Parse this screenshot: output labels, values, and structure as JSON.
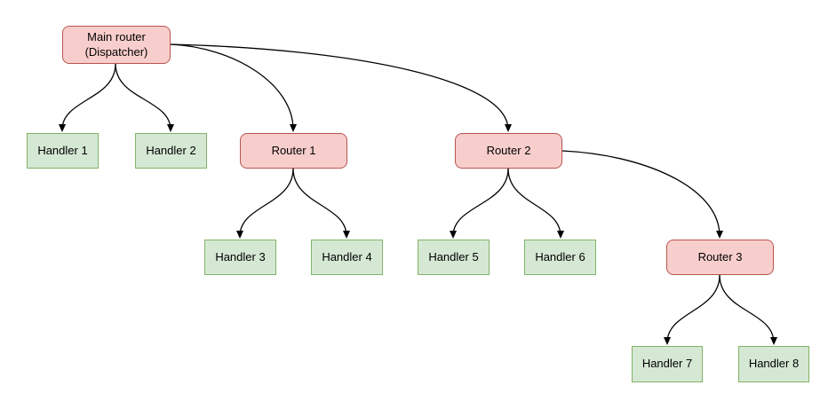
{
  "colors": {
    "background": "#ffffff",
    "router_fill": "#f8cecc",
    "router_border": "#b85450",
    "handler_fill": "#d5e8d4",
    "handler_border": "#82b366",
    "edge": "#000000"
  },
  "nodes": [
    {
      "id": "main-router",
      "type": "router",
      "label": "Main router\n(Dispatcher)"
    },
    {
      "id": "handler-1",
      "type": "handler",
      "label": "Handler 1"
    },
    {
      "id": "handler-2",
      "type": "handler",
      "label": "Handler 2"
    },
    {
      "id": "router-1",
      "type": "router",
      "label": "Router 1"
    },
    {
      "id": "router-2",
      "type": "router",
      "label": "Router 2"
    },
    {
      "id": "handler-3",
      "type": "handler",
      "label": "Handler 3"
    },
    {
      "id": "handler-4",
      "type": "handler",
      "label": "Handler 4"
    },
    {
      "id": "handler-5",
      "type": "handler",
      "label": "Handler 5"
    },
    {
      "id": "handler-6",
      "type": "handler",
      "label": "Handler 6"
    },
    {
      "id": "router-3",
      "type": "router",
      "label": "Router 3"
    },
    {
      "id": "handler-7",
      "type": "handler",
      "label": "Handler 7"
    },
    {
      "id": "handler-8",
      "type": "handler",
      "label": "Handler 8"
    }
  ],
  "edges": [
    {
      "from": "main-router",
      "to": "handler-1"
    },
    {
      "from": "main-router",
      "to": "handler-2"
    },
    {
      "from": "main-router",
      "to": "router-1"
    },
    {
      "from": "main-router",
      "to": "router-2"
    },
    {
      "from": "router-1",
      "to": "handler-3"
    },
    {
      "from": "router-1",
      "to": "handler-4"
    },
    {
      "from": "router-2",
      "to": "handler-5"
    },
    {
      "from": "router-2",
      "to": "handler-6"
    },
    {
      "from": "router-2",
      "to": "router-3"
    },
    {
      "from": "router-3",
      "to": "handler-7"
    },
    {
      "from": "router-3",
      "to": "handler-8"
    }
  ]
}
